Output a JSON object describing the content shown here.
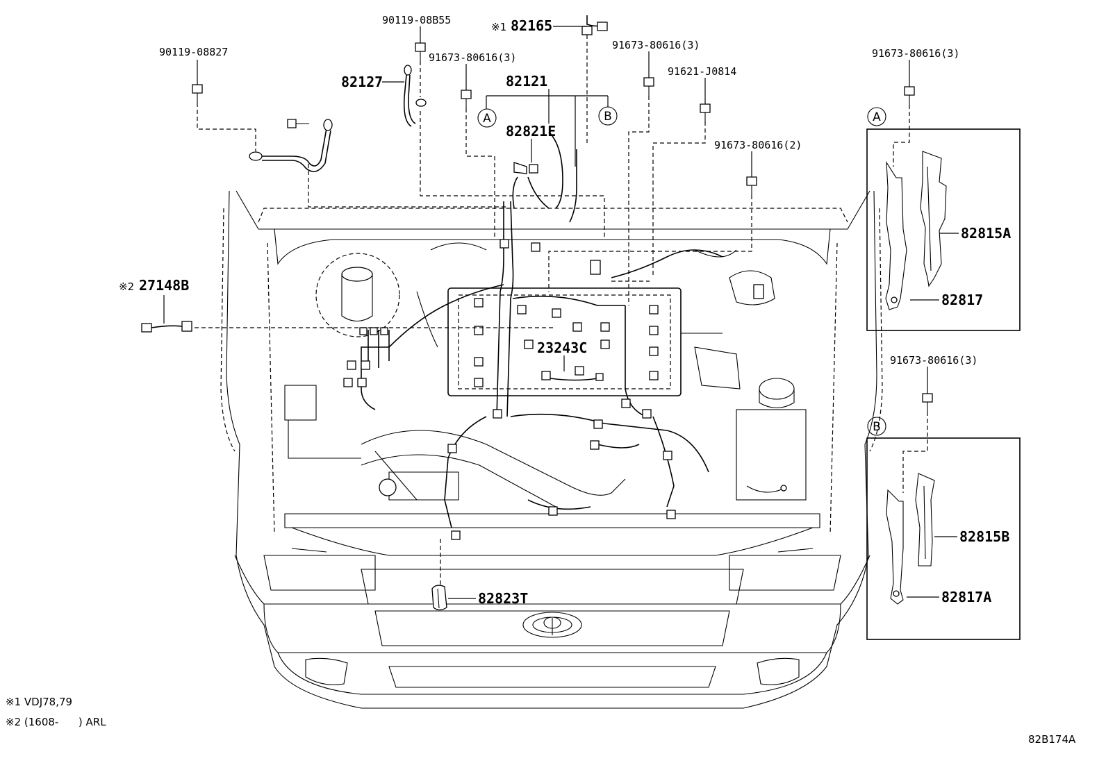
{
  "parts": {
    "bolt_90119_08827": "90119-08827",
    "bolt_90119_08B55": "90119-08B55",
    "wire_82127": "82127",
    "bolt_91673_80616_3_left": "91673-80616(3)",
    "harness_82121": "82121",
    "connector_82821E": "82821E",
    "wire_82165": "82165",
    "bolt_91673_80616_3_center": "91673-80616(3)",
    "bolt_91621_J0814": "91621-J0814",
    "bolt_91673_80616_2": "91673-80616(2)",
    "bolt_91673_80616_3_A": "91673-80616(3)",
    "protector_82815A": "82815A",
    "clamp_82817": "82817",
    "bolt_91673_80616_3_B": "91673-80616(3)",
    "protector_82815B": "82815B",
    "clamp_82817A": "82817A",
    "sensor_27148B": "27148B",
    "wire_23243C": "23243C",
    "connector_82823T": "82823T"
  },
  "markers": {
    "note1_symbol": "※1",
    "note2_symbol": "※2",
    "detail_a": "A",
    "detail_b": "B"
  },
  "notes": {
    "note1": "※1 VDJ78,79",
    "note2": "※2 (1608-      ) ARL"
  },
  "figure_code": "82B174A"
}
